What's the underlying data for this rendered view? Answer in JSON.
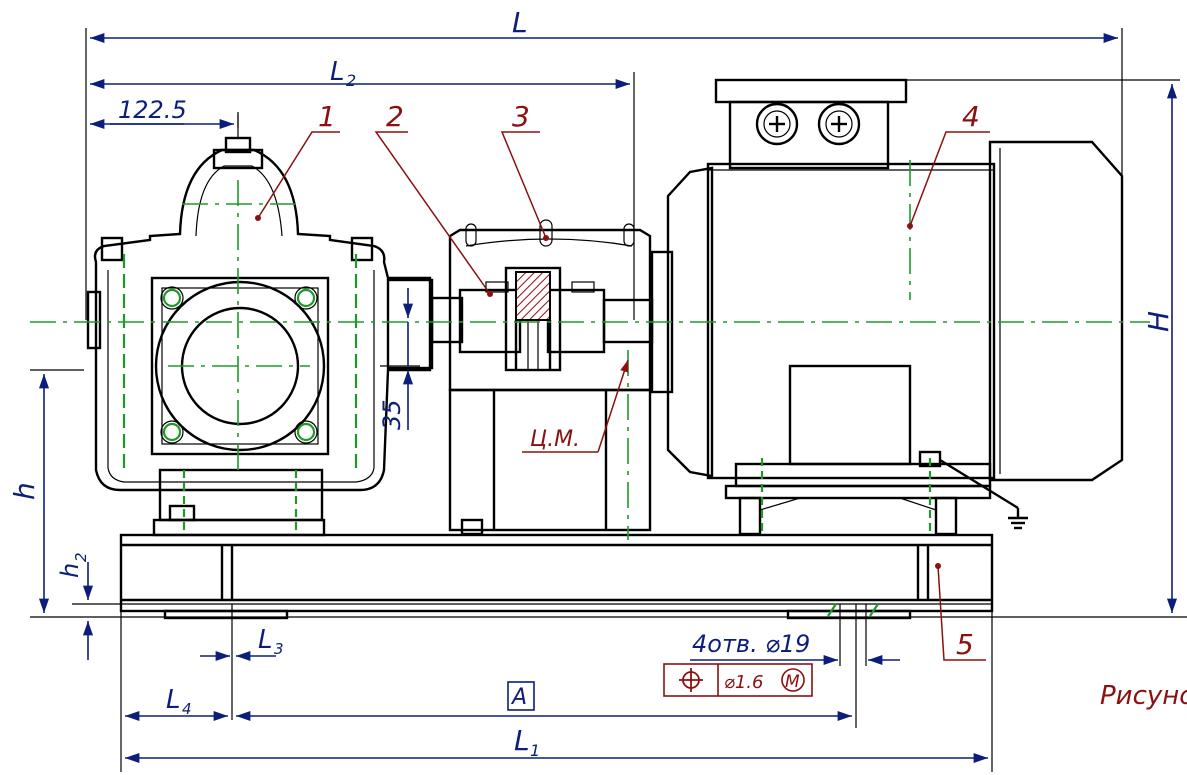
{
  "dimensions": {
    "L": "L",
    "L1": "L",
    "L1_sub": "1",
    "L2": "L",
    "L2_sub": "2",
    "L3": "L",
    "L3_sub": "3",
    "L4": "L",
    "L4_sub": "4",
    "H": "H",
    "h": "h",
    "h2": "h",
    "h2_sub": "2",
    "offset_122_5": "122.5",
    "offset_35": "35"
  },
  "callouts": {
    "part_1": "1",
    "part_2": "2",
    "part_3": "3",
    "part_4": "4",
    "part_5": "5",
    "center_of_mass": "Ц.М."
  },
  "hole_note": "4отв. ⌀19",
  "tolerance_frame": {
    "symbol": "position-icon",
    "value": "⌀1.6",
    "modifier": "M"
  },
  "datum": "A",
  "caption_fragment": "Рисуно",
  "colors": {
    "outline": "#000000",
    "dimension": "#0d1e7a",
    "leader": "#8b1010",
    "axis": "#1f9a2a"
  }
}
